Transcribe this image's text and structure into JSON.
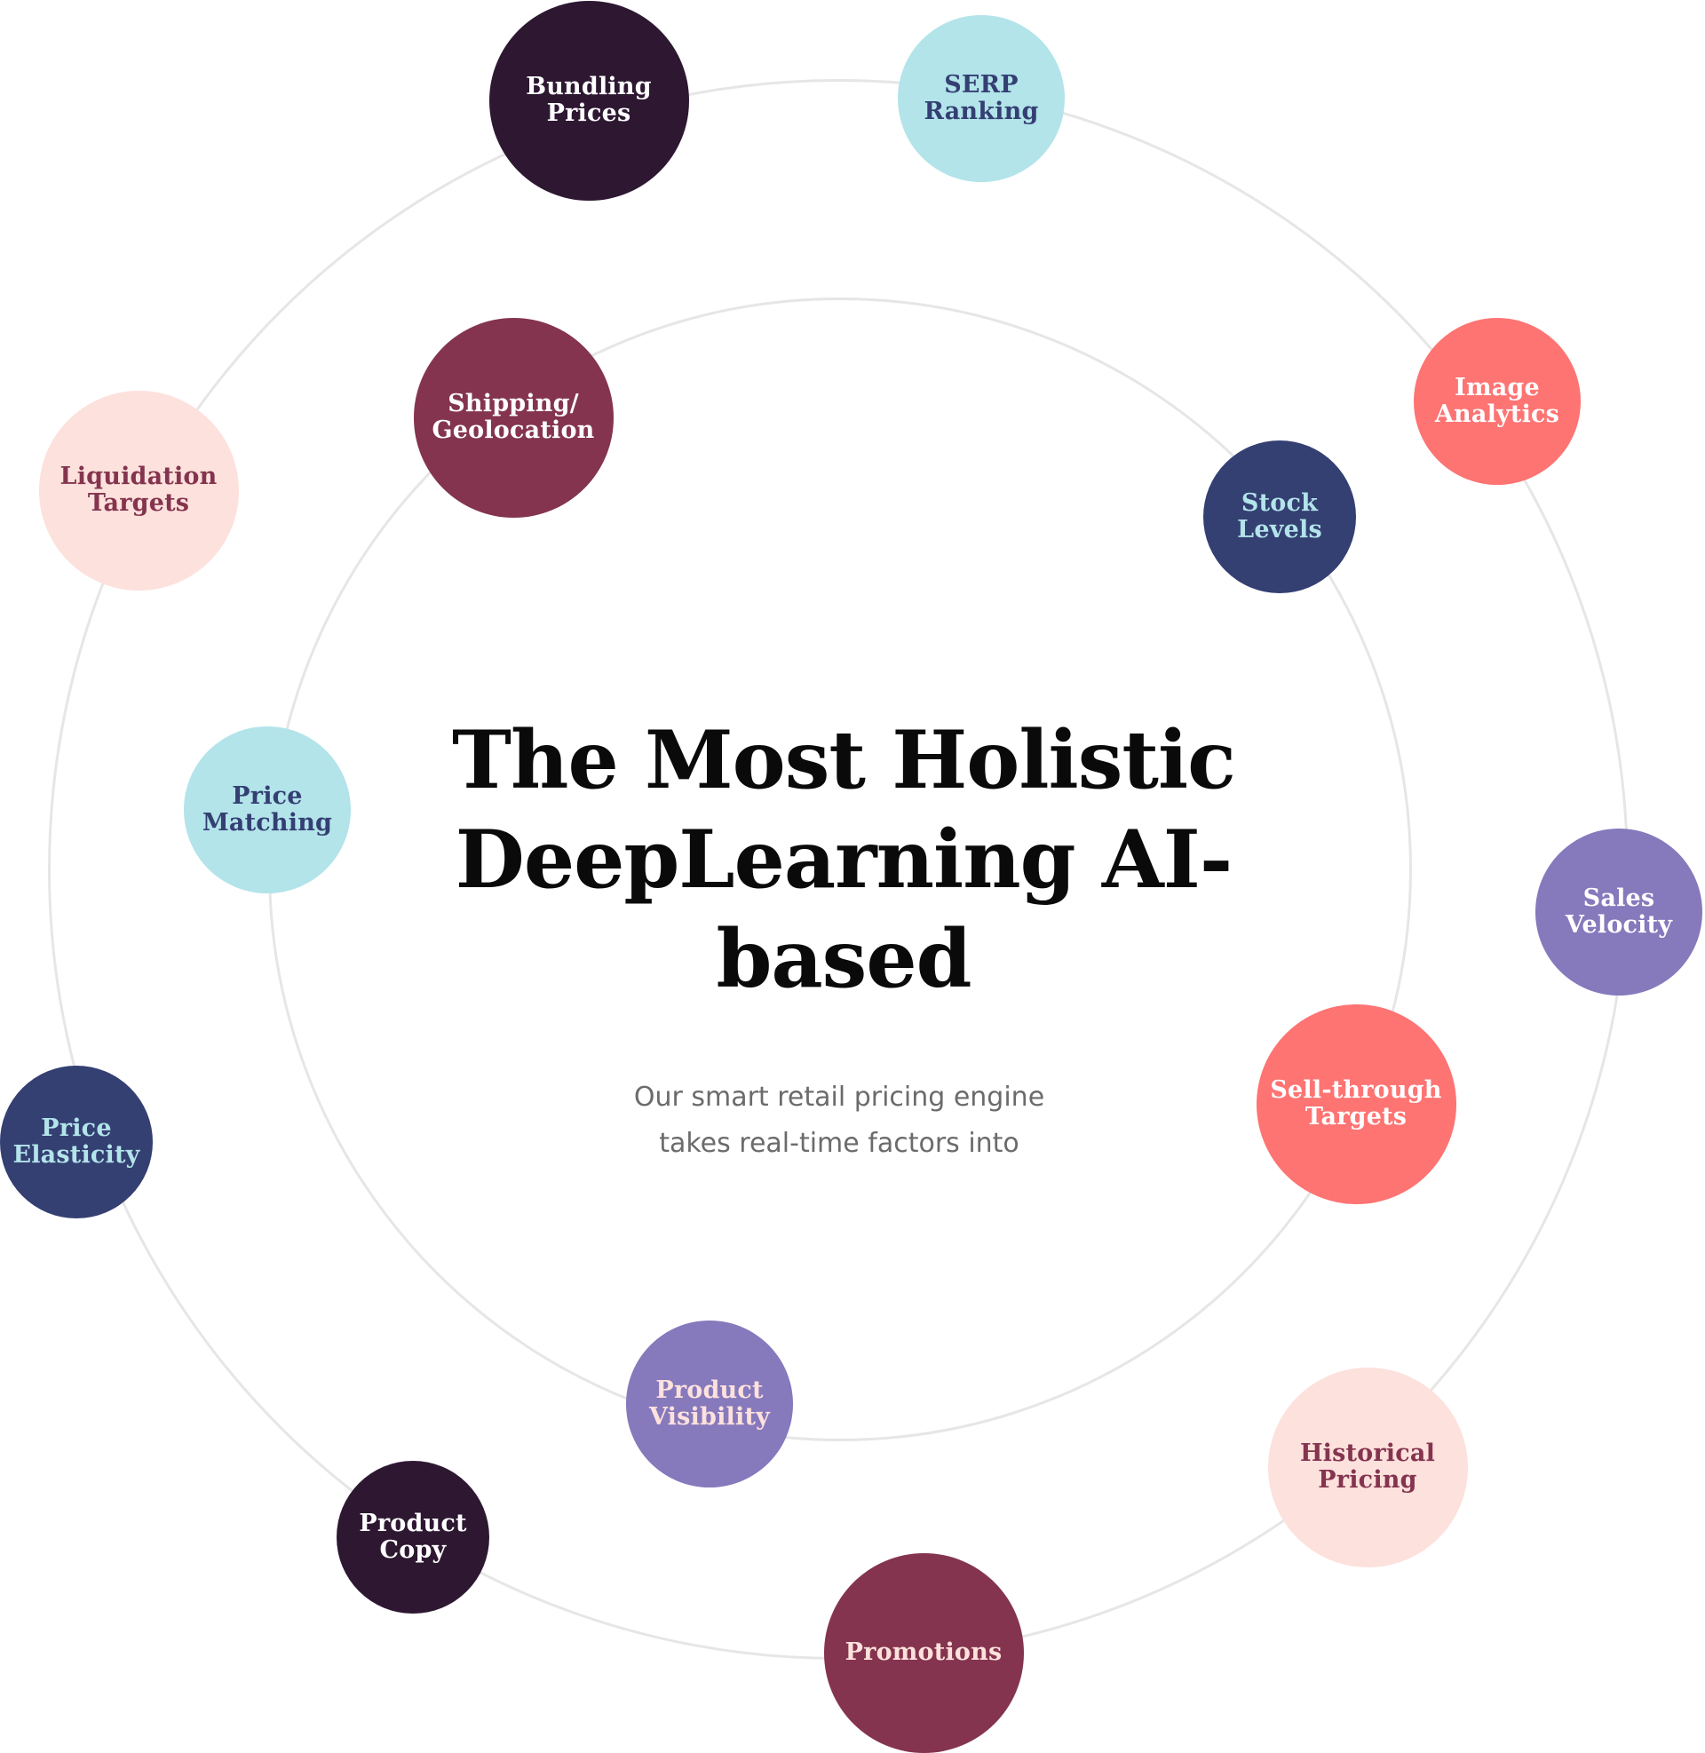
{
  "headline": {
    "line1": "The Most Holistic",
    "line2": "DeepLearning AI-based"
  },
  "subtitle": {
    "line1": "Our smart retail pricing engine",
    "line2": "takes real-time factors into"
  },
  "colors": {
    "ring": "#e6e6e6",
    "dark_plum": "#2d1731",
    "light_cyan": "#b2e4ea",
    "coral": "#fd7473",
    "wine": "#84344f",
    "navy": "#343f72",
    "lavender": "#8679bc",
    "blush": "#fde1dc"
  },
  "nodes": [
    {
      "id": "bundling-prices",
      "label": "Bundling\nPrices",
      "bg": "#2d1731",
      "fg": "#ffffff"
    },
    {
      "id": "serp-ranking",
      "label": "SERP\nRanking",
      "bg": "#b2e4ea",
      "fg": "#343f72"
    },
    {
      "id": "image-analytics",
      "label": "Image\nAnalytics",
      "bg": "#fd7473",
      "fg": "#ffffff"
    },
    {
      "id": "shipping-geolocation",
      "label": "Shipping/\nGeolocation",
      "bg": "#84344f",
      "fg": "#ffffff"
    },
    {
      "id": "stock-levels",
      "label": "Stock\nLevels",
      "bg": "#343f72",
      "fg": "#b2e4ea"
    },
    {
      "id": "liquidation-targets",
      "label": "Liquidation\nTargets",
      "bg": "#fde1dc",
      "fg": "#84344f"
    },
    {
      "id": "price-matching",
      "label": "Price\nMatching",
      "bg": "#b2e4ea",
      "fg": "#343f72"
    },
    {
      "id": "sales-velocity",
      "label": "Sales\nVelocity",
      "bg": "#8679bc",
      "fg": "#ffffff"
    },
    {
      "id": "sell-through-targets",
      "label": "Sell-through\nTargets",
      "bg": "#fd7473",
      "fg": "#ffffff"
    },
    {
      "id": "price-elasticity",
      "label": "Price\nElasticity",
      "bg": "#343f72",
      "fg": "#b2e4ea"
    },
    {
      "id": "product-visibility",
      "label": "Product\nVisibility",
      "bg": "#8679bc",
      "fg": "#fde1dc"
    },
    {
      "id": "historical-pricing",
      "label": "Historical\nPricing",
      "bg": "#fde1dc",
      "fg": "#84344f"
    },
    {
      "id": "product-copy",
      "label": "Product\nCopy",
      "bg": "#2d1731",
      "fg": "#ffffff"
    },
    {
      "id": "promotions",
      "label": "Promotions",
      "bg": "#84344f",
      "fg": "#fde1dc"
    }
  ]
}
